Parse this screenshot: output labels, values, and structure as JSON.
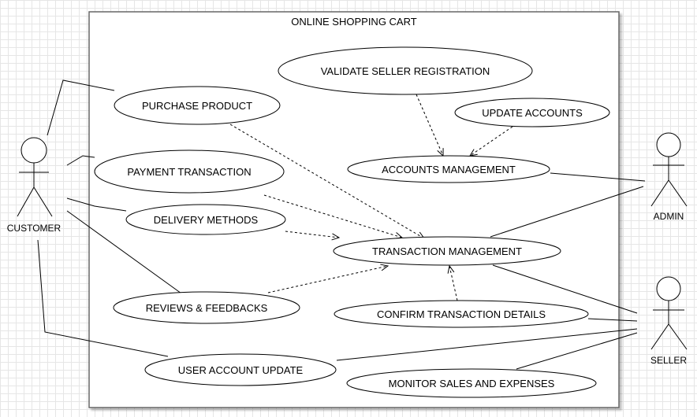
{
  "system": {
    "title": "ONLINE SHOPPING CART"
  },
  "actors": {
    "customer": "CUSTOMER",
    "admin": "ADMIN",
    "seller": "SELLER"
  },
  "use_cases": {
    "purchase_product": "PURCHASE PRODUCT",
    "payment_transaction": "PAYMENT TRANSACTION",
    "delivery_methods": "DELIVERY METHODS",
    "reviews_feedbacks": "REVIEWS & FEEDBACKS",
    "user_account_update": "USER ACCOUNT UPDATE",
    "validate_seller_registration": "VALIDATE SELLER REGISTRATION",
    "update_accounts": "UPDATE ACCOUNTS",
    "accounts_management": "ACCOUNTS MANAGEMENT",
    "transaction_management": "TRANSACTION MANAGEMENT",
    "confirm_transaction_details": "CONFIRM TRANSACTION DETAILS",
    "monitor_sales_expenses": "MONITOR SALES AND EXPENSES"
  }
}
